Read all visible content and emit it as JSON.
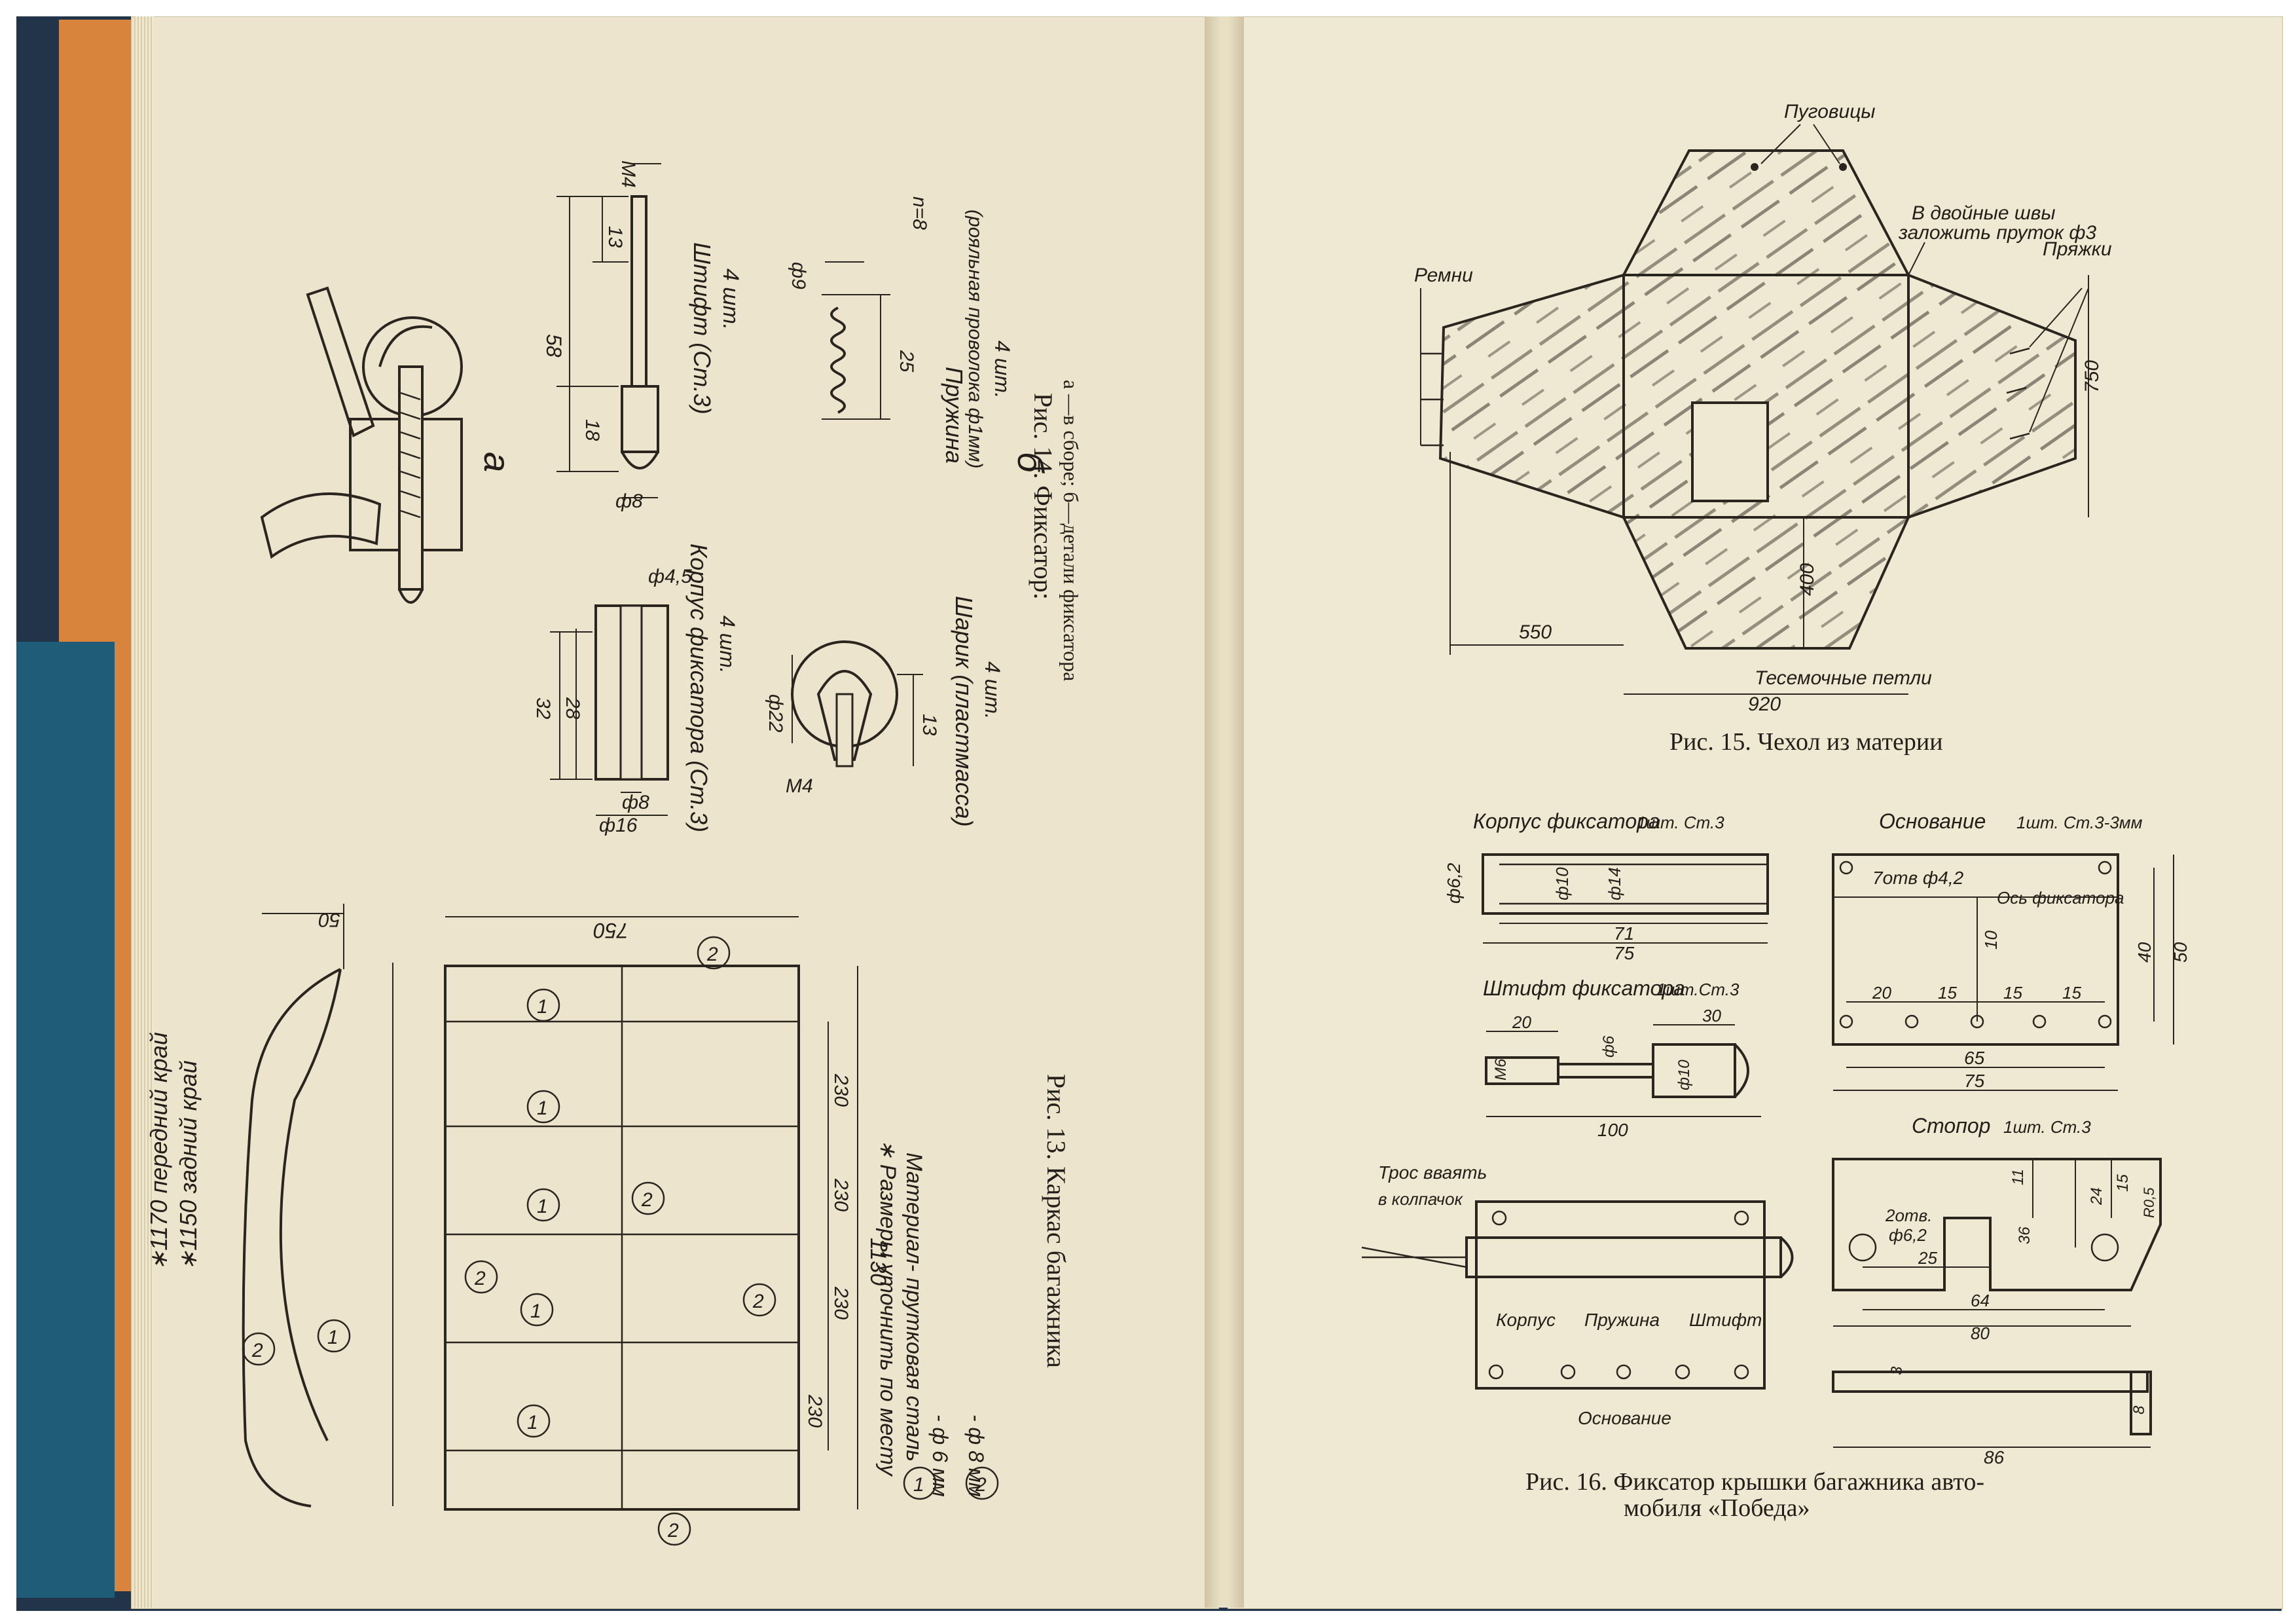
{
  "fig13": {
    "caption": "Рис. 13. Каркас багажника",
    "dim_750": "750",
    "dim_50": "50",
    "dim_1130": "1130",
    "dim_230": "230",
    "front_edge": "∗1170 передний край",
    "rear_edge": "∗1150 задний край",
    "note_line1": "∗ Размеры уточнить по месту",
    "note_line2": "Материал- прутковая сталь",
    "mat1": "- ф 6 мм",
    "mat2": "- ф 8 мм",
    "marker1": "1",
    "marker2": "2"
  },
  "fig14": {
    "caption": "Рис. 14. Фиксатор:",
    "subcaption": "а —в сборе; б—детали фиксатора",
    "label_a": "а",
    "label_b": "б",
    "pin_label": "Штифт (Ст.3)",
    "pin_qty": "4 шт.",
    "spring_label": "Пружина",
    "spring_mat": "(рояльная проволока ф1мм)",
    "spring_qty": "4 шт.",
    "n_turns": "n=8",
    "body_label": "Корпус фиксатора (Ст.3)",
    "body_qty": "4 шт.",
    "ball_label": "Шарик (пластмасса)",
    "ball_qty": "4 шт.",
    "d_m4": "M4",
    "d_13": "13",
    "d_58": "58",
    "d_18": "18",
    "d_f8": "ф8",
    "d_f9": "ф9",
    "d_25": "25",
    "d_f45": "ф4,5",
    "d_32": "32",
    "d_28": "28",
    "d_f16": "ф16",
    "d_f22": "ф22",
    "d_13b": "13"
  },
  "fig15": {
    "caption": "Рис. 15. Чехол из материи",
    "buttons": "Пуговицы",
    "seams_line1": "В двойные швы",
    "seams_line2": "заложить пруток ф3",
    "belts": "Ремни",
    "buckles": "Пряжки",
    "tape_loops": "Тесемочные петли",
    "dim_750": "750",
    "dim_400": "400",
    "dim_550": "550",
    "dim_920": "920"
  },
  "fig16": {
    "caption_line1": "Рис. 16. Фиксатор крышки багажника авто-",
    "caption_line2": "мобиля «Победа»",
    "body_title": "Корпус фиксатора",
    "body_spec": "1шт. Ст.3",
    "base_title": "Основание",
    "base_spec": "1шт. Ст.3-3мм",
    "pin_title": "Штифт фиксатора",
    "pin_spec": "1шт.Ст.3",
    "stop_title": "Стопор",
    "stop_spec": "1шт. Ст.3",
    "cable": "Трос вваять",
    "cable2": "в колпачок",
    "lbl_body": "Корпус",
    "lbl_spring": "Пружина",
    "lbl_pin": "Штифт",
    "lbl_base": "Основание",
    "holes7": "7отв ф4,2",
    "axis": "Ось фиксатора",
    "holes2": "2отв.",
    "holes2d": "ф6,2",
    "d_f62": "ф6,2",
    "d_f10": "ф10",
    "d_f14": "ф14",
    "d_71": "71",
    "d_75": "75",
    "d_20": "20",
    "d_30": "30",
    "d_m6": "M6",
    "d_f6": "ф6",
    "d_f10b": "ф10",
    "d_100": "100",
    "d_10": "10",
    "d_40": "40",
    "d_50": "50",
    "d_20b": "20",
    "d_15a": "15",
    "d_15b": "15",
    "d_15c": "15",
    "d_65": "65",
    "d_75b": "75",
    "d_11": "11",
    "d_24": "24",
    "d_15d": "15",
    "d_36": "36",
    "d_r05": "R0,5",
    "d_25": "25",
    "d_64": "64",
    "d_80": "80",
    "d_3": "3",
    "d_8": "8",
    "d_86": "86"
  }
}
